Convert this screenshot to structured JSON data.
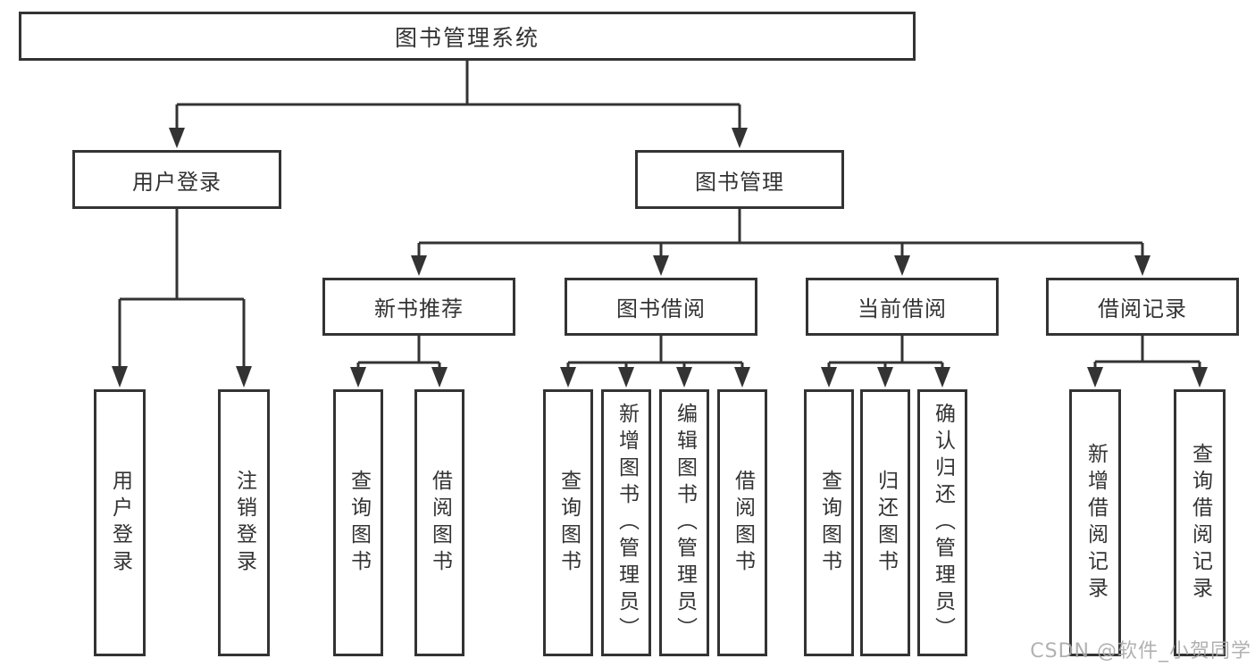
{
  "diagram": {
    "title": "图书管理系统",
    "type": "function-structure-tree",
    "tree": {
      "label": "图书管理系统",
      "children": [
        {
          "label": "用户登录",
          "children": [
            {
              "label": "用户登录"
            },
            {
              "label": "注销登录"
            }
          ]
        },
        {
          "label": "图书管理",
          "children": [
            {
              "label": "新书推荐",
              "children": [
                {
                  "label": "查询图书"
                },
                {
                  "label": "借阅图书"
                }
              ]
            },
            {
              "label": "图书借阅",
              "children": [
                {
                  "label": "查询图书"
                },
                {
                  "label": "新增图书（管理员）"
                },
                {
                  "label": "编辑图书（管理员）"
                },
                {
                  "label": "借阅图书"
                }
              ]
            },
            {
              "label": "当前借阅",
              "children": [
                {
                  "label": "查询图书"
                },
                {
                  "label": "归还图书"
                },
                {
                  "label": "确认归还（管理员）"
                }
              ]
            },
            {
              "label": "借阅记录",
              "children": [
                {
                  "label": "新增借阅记录"
                },
                {
                  "label": "查询借阅记录"
                }
              ]
            }
          ]
        }
      ]
    }
  },
  "watermark": {
    "text": "CSDN @软件_小贺同学",
    "color": "#a9a9a9"
  },
  "colors": {
    "line": "#333333",
    "text": "#333333",
    "node_background": "#ffffff",
    "page_background": "#ffffff"
  }
}
